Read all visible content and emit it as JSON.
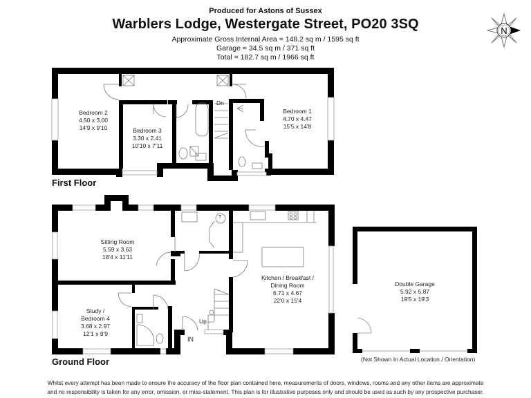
{
  "header": {
    "produced_for": "Produced for Astons of Sussex",
    "title": "Warblers Lodge, Westergate Street, PO20 3SQ",
    "areas": {
      "gross_internal": "Approximate Gross Internal Area = 148.2 sq m / 1595 sq ft",
      "garage": "Garage = 34.5 sq m / 371 sq ft",
      "total": "Total = 182.7 sq m / 1966 sq ft"
    }
  },
  "compass": {
    "label": "N",
    "icon": "north-compass-icon"
  },
  "floors": {
    "first": {
      "label": "First Floor",
      "stairs_label": "Dn",
      "rooms": [
        {
          "name": "Bedroom 2",
          "metric": "4.50 x 3.00",
          "imperial": "14'9 x 9'10"
        },
        {
          "name": "Bedroom 3",
          "metric": "3.30 x 2.41",
          "imperial": "10'10 x 7'11"
        },
        {
          "name": "Bedroom 1",
          "metric": "4.70 x 4.47",
          "imperial": "15'5 x 14'8"
        }
      ]
    },
    "ground": {
      "label": "Ground Floor",
      "stairs_label": "Up",
      "entrance_label": "IN",
      "tank_label": "T",
      "rooms": [
        {
          "name": "Sitting Room",
          "metric": "5.59 x 3.63",
          "imperial": "18'4 x 11'11"
        },
        {
          "name_line1": "Study /",
          "name_line2": "Bedroom 4",
          "metric": "3.68 x 2.97",
          "imperial": "12'1 x 9'9"
        },
        {
          "name_line1": "Kitchen / Breakfast /",
          "name_line2": "Dining Room",
          "metric": "6.71 x 4.67",
          "imperial": "22'0 x 15'4"
        }
      ]
    },
    "garage": {
      "name": "Double Garage",
      "metric": "5.92 x 5.87",
      "imperial": "19'5 x 19'3",
      "note": "(Not Shown In Actual Location / Orientation)"
    }
  },
  "disclaimer": {
    "line1": "Whilst every attempt has been made to ensure the accuracy of the floor plan contained here, measurements of doors, windows, rooms and any other items are approximate",
    "line2": "and no responsibility is taken for any error, omission, or miss-statement. This plan is for illustrative purposes only and should be used as such by any prospective purchaser."
  },
  "colors": {
    "wall": "#000000",
    "fixture": "#888888",
    "background": "#ffffff"
  }
}
